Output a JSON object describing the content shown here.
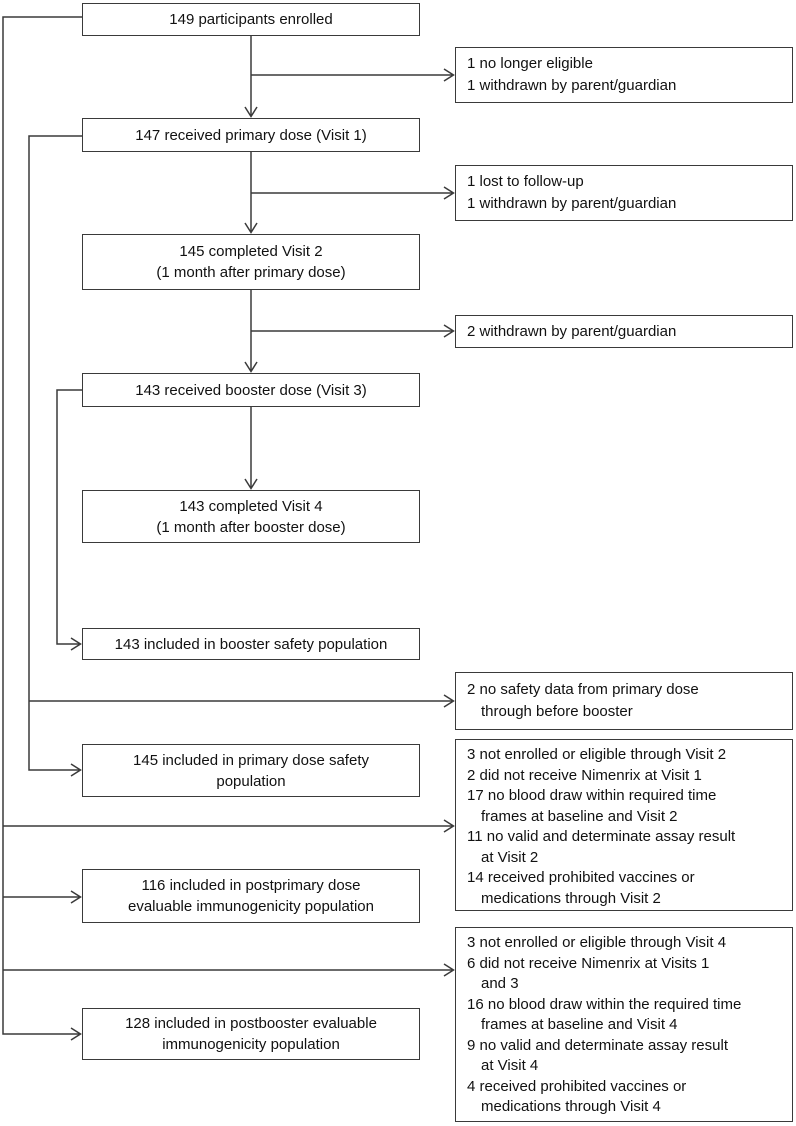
{
  "flow": {
    "enrolled": {
      "line1": "149 participants enrolled"
    },
    "primary_dose": {
      "line1": "147 received primary dose (Visit 1)"
    },
    "visit2": {
      "line1": "145 completed Visit 2",
      "line2": "(1 month after primary dose)"
    },
    "booster_dose": {
      "line1": "143 received booster dose (Visit 3)"
    },
    "visit4": {
      "line1": "143 completed Visit 4",
      "line2": "(1 month after booster dose)"
    },
    "booster_safety": {
      "line1": "143 included in booster safety population"
    },
    "primary_safety": {
      "line1": "145 included in primary dose safety",
      "line2": "population"
    },
    "postprimary": {
      "line1": "116 included in postprimary dose",
      "line2": "evaluable immunogenicity population"
    },
    "postbooster": {
      "line1": "128 included in postbooster evaluable",
      "line2": "immunogenicity population"
    }
  },
  "exclusions": {
    "after_enrollment": {
      "line1": "1 no longer eligible",
      "line2": "1 withdrawn by parent/guardian"
    },
    "after_primary": {
      "line1": "1 lost to follow-up",
      "line2": "1 withdrawn by parent/guardian"
    },
    "after_visit2": {
      "line1": "2 withdrawn by parent/guardian"
    },
    "no_safety_data": {
      "line1": "2 no safety data from primary dose",
      "line2": "through before booster"
    },
    "visit2_immuno": {
      "lines": [
        "3 not enrolled or eligible through Visit 2",
        "2 did not receive Nimenrix at Visit 1",
        "17 no blood draw within required time",
        "frames at baseline and Visit 2",
        "11 no valid and determinate assay result",
        "at Visit 2",
        "14 received prohibited vaccines or",
        "medications through Visit 2"
      ]
    },
    "visit4_immuno": {
      "lines": [
        "3 not enrolled or eligible through Visit 4",
        "6 did not receive Nimenrix at Visits 1",
        "and 3",
        "16 no blood draw within the required time",
        "frames at baseline and Visit 4",
        "9 no valid and determinate assay result",
        "at Visit 4",
        "4 received prohibited vaccines or",
        "medications through Visit 4"
      ]
    }
  },
  "colors": {
    "line": "#3a3a3a",
    "text": "#111111",
    "background": "#ffffff"
  }
}
